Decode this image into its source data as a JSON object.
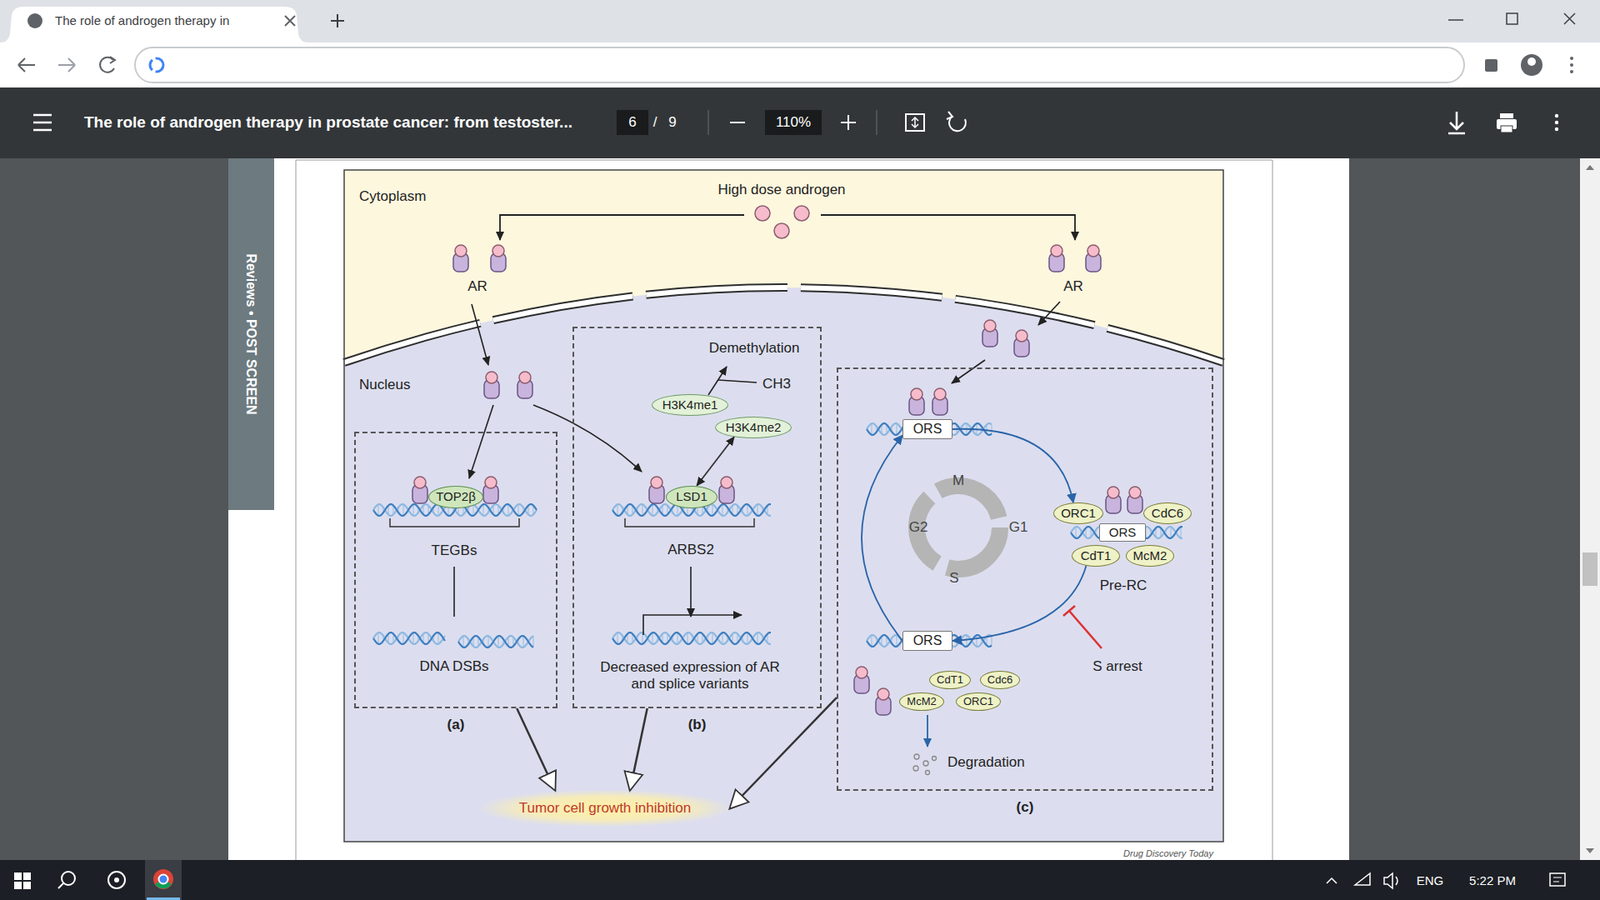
{
  "diagram": {
    "nodes": [
      {
        "text": [
          "(a)"
        ]
      },
      {
        "text": [
          "TOP2β"
        ],
        "in": 0
      },
      {
        "text": [
          "(b)"
        ]
      },
      {
        "text": [
          "H3K4me1"
        ],
        "in": 2
      },
      {
        "text": [
          "H3K4me2"
        ],
        "in": 2
      },
      {
        "text": [
          "LSD1"
        ],
        "in": 2
      },
      {
        "text": [
          "(c)"
        ]
      },
      {
        "text": [
          "ORS"
        ],
        "in": 6
      },
      {
        "text": [
          "ORC1"
        ],
        "in": 6
      },
      {
        "text": [
          "CdC6"
        ],
        "in": 6
      },
      {
        "text": [
          "ORS"
        ],
        "in": 6
      },
      {
        "text": [
          "CdT1"
        ],
        "in": 6
      },
      {
        "text": [
          "McM2"
        ],
        "in": 6
      },
      {
        "text": [
          "ORS"
        ],
        "in": 6
      },
      {
        "text": [
          "CdT1"
        ],
        "in": 6
      },
      {
        "text": [
          "Cdc6"
        ],
        "in": 6
      },
      {
        "text": [
          "McM2"
        ],
        "in": 6
      },
      {
        "text": [
          "ORC1"
        ],
        "in": 6
      },
      {
        "text": [
          "Tumor cell growth inhibition"
        ]
      }
    ],
    "edges": [
      {
        "from": 7,
        "to": 8,
        "arrow": "to"
      },
      {
        "from": 11,
        "to": 13,
        "arrow": "to"
      },
      {
        "from": 13,
        "to": 7,
        "arrow": "to"
      },
      {
        "from": 5,
        "to": 4,
        "arrow": "both"
      },
      {
        "from": 0,
        "to": 18,
        "arrow": "to"
      },
      {
        "from": 2,
        "to": 18,
        "arrow": "to"
      },
      {
        "from": 6,
        "to": 18,
        "arrow": "to"
      }
    ],
    "labels": [
      "The role of androgen therapy in",
      "The role of androgen therapy in prostate cancer: from testoster...",
      "6",
      "/",
      "9",
      "110%",
      "Reviews • POST SCREEN",
      "Cytoplasm",
      "High dose androgen",
      "AR",
      "AR",
      "Nucleus",
      "Demethylation",
      "CH3",
      "TEGBs",
      "ARBS2",
      "DNA DSBs",
      "Decreased expression of AR and splice variants",
      "M",
      "G2",
      "G1",
      "S",
      "Pre-RC",
      "S arrest",
      "Degradation",
      "Drug Discovery Today",
      "ENG",
      "5:22 PM"
    ]
  }
}
